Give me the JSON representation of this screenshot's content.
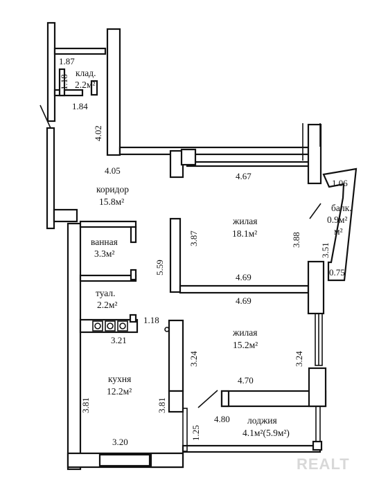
{
  "rooms": {
    "storage": {
      "name": "клад.",
      "area": "2.2м²"
    },
    "corridor": {
      "name": "коридор",
      "area": "15.8м²"
    },
    "bathroom": {
      "name": "ванная",
      "area": "3.3м²"
    },
    "toilet": {
      "name": "туал.",
      "area": "2.2м²"
    },
    "kitchen": {
      "name": "кухня",
      "area": "12.2м²"
    },
    "living1": {
      "name": "жилая",
      "area": "18.1м²"
    },
    "living2": {
      "name": "жилая",
      "area": "15.2м²"
    },
    "balcony": {
      "name": "балк.",
      "area": "0.9м²",
      "area_suffix": "м²"
    },
    "loggia": {
      "name": "лоджия",
      "area": "4.1м²(5.9м²)"
    }
  },
  "dimensions": {
    "storage_width": "1.87",
    "storage_depth": "1.18",
    "entry": "1.84",
    "corridor_vertical": "4.02",
    "corridor_width": "4.05",
    "living1_top": "4.67",
    "living1_left": "3.87",
    "living1_right": "3.88",
    "living1_bottom": "4.69",
    "living2_top": "4.69",
    "corridor_height": "5.59",
    "toilet_width": "1.18",
    "kitchen_top": "3.21",
    "kitchen_left": "3.81",
    "kitchen_right": "3.81",
    "kitchen_bottom": "3.20",
    "living2_left": "3.24",
    "living2_right": "3.24",
    "living2_bottom": "4.70",
    "loggia_width": "4.80",
    "loggia_depth": "1.25",
    "balcony_top": "1.06",
    "balcony_side": "3.51",
    "balcony_bottom": "0.75"
  },
  "watermark": "REALT"
}
